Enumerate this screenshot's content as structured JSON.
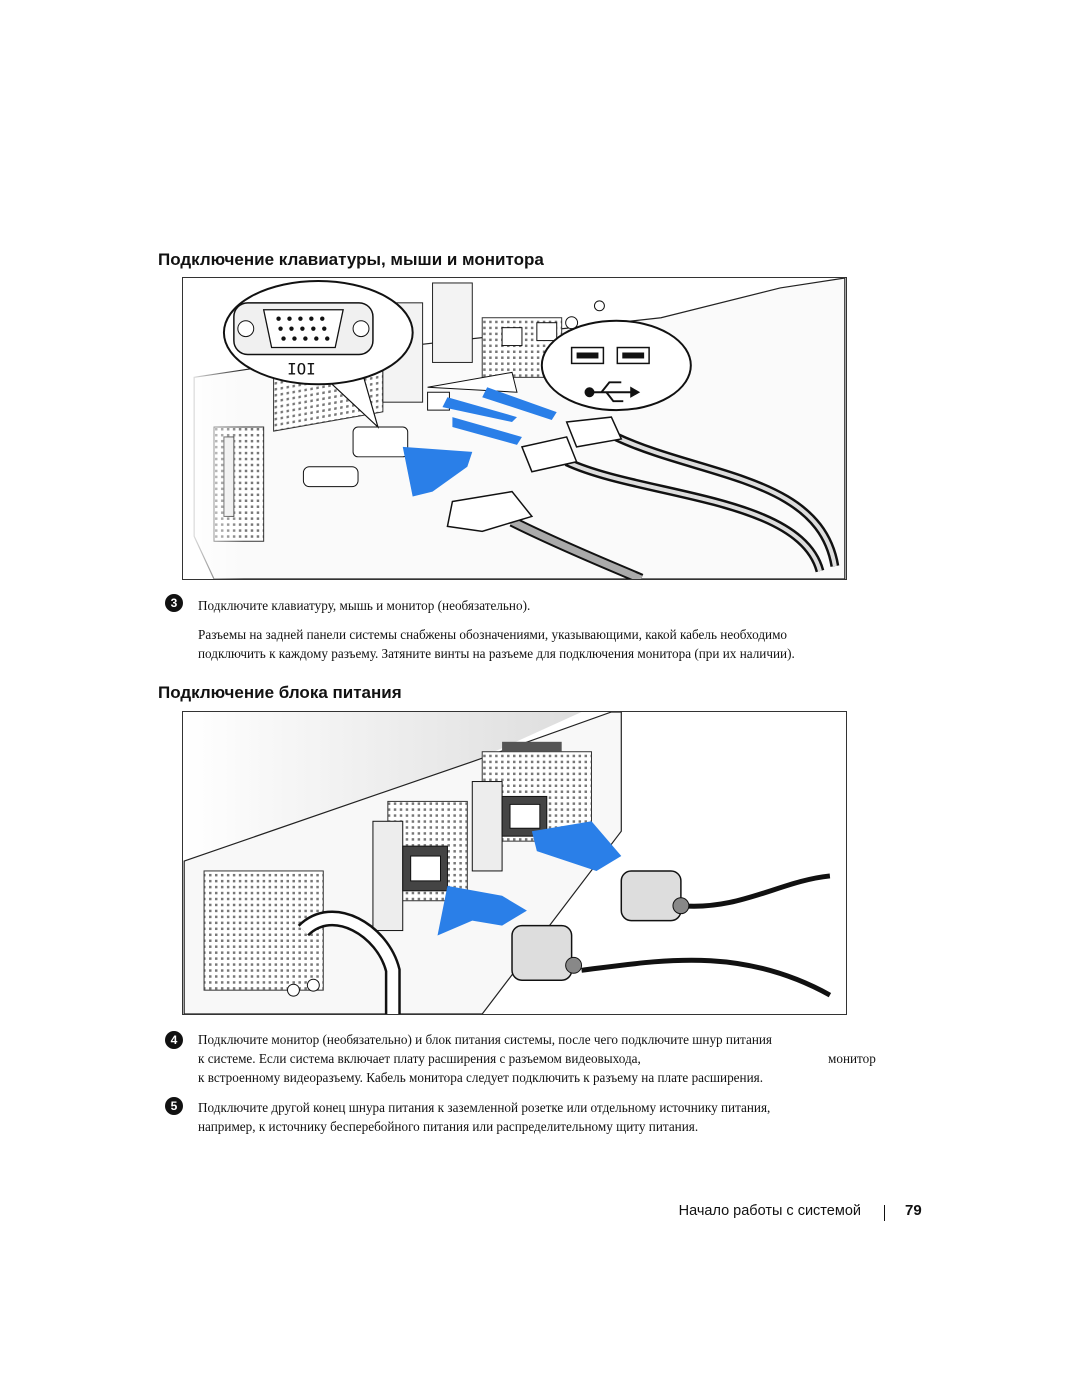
{
  "sections": {
    "keyboard": {
      "title": "Подключение клавиатуры, мыши и монитора"
    },
    "power": {
      "title": "Подключение блока питания"
    }
  },
  "steps": [
    {
      "number": "3",
      "lines": [
        "Подключите клавиатуру, мышь и монитор (необязательно)."
      ]
    },
    {
      "lines": [
        "Разъемы на задней панели системы снабжены обозначениями, указывающими, какой  кабель необходимо",
        "подключить к каждому разъему. Затяните винты на разъеме для подключения монитора (при их наличии)."
      ]
    },
    {
      "number": "4",
      "lines": [
        "Подключите монитор (необязательно) и блок питания системы, после чего подключите шнур питания",
        "к системе. Если система включает плату расширения с разъемом видеовыхода,",
        "монитор",
        "к встроенному видеоразъему. Кабель монитора следует подключить к разъему на плате расширения."
      ]
    },
    {
      "number": "5",
      "lines": [
        "Подключите другой конец шнура питания к заземленной розетке или отдельному источнику питания,",
        "например, к источнику бесперебойного питания или распределительному щиту питания."
      ]
    }
  ],
  "figure_labels": {
    "vga_icon": "IOI"
  },
  "footer": {
    "chapter": "Начало работы с системой",
    "page": "79"
  }
}
